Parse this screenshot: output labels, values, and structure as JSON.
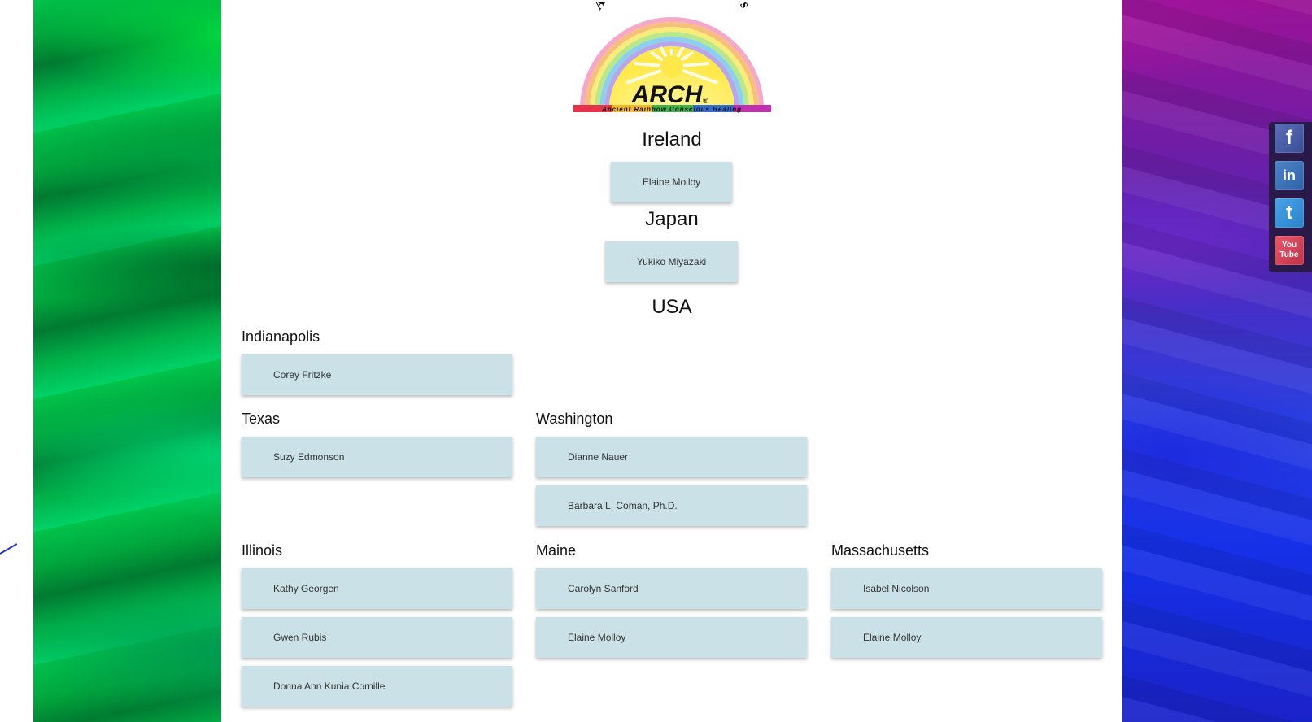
{
  "logo": {
    "arc_text": "A Bridge Back To Oneness",
    "name": "ARCH",
    "registered": "®",
    "tagline": "Ancient Rainbow Conscious Healing"
  },
  "sections": {
    "ireland": {
      "title": "Ireland",
      "people": [
        "Elaine Molloy"
      ]
    },
    "japan": {
      "title": "Japan",
      "people": [
        "Yukiko Miyazaki"
      ]
    },
    "usa": {
      "title": "USA",
      "regions": {
        "indianapolis": {
          "title": "Indianapolis",
          "people": [
            "Corey Fritzke"
          ]
        },
        "texas": {
          "title": "Texas",
          "people": [
            "Suzy Edmonson"
          ]
        },
        "washington": {
          "title": "Washington",
          "people": [
            "Dianne Nauer",
            "Barbara L. Coman, Ph.D."
          ]
        },
        "illinois": {
          "title": "Illinois",
          "people": [
            "Kathy Georgen",
            "Gwen Rubis",
            "Donna Ann Kunia Cornille"
          ]
        },
        "maine": {
          "title": "Maine",
          "people": [
            "Carolyn Sanford",
            "Elaine Molloy"
          ]
        },
        "massachusetts": {
          "title": "Massachusetts",
          "people": [
            "Isabel Nicolson",
            "Elaine Molloy"
          ]
        }
      }
    }
  },
  "social": {
    "facebook": "f",
    "linkedin": "in",
    "twitter": "t",
    "youtube_top": "You",
    "youtube_bottom": "Tube",
    "icons": [
      "facebook-icon",
      "linkedin-icon",
      "twitter-icon",
      "youtube-icon"
    ]
  }
}
